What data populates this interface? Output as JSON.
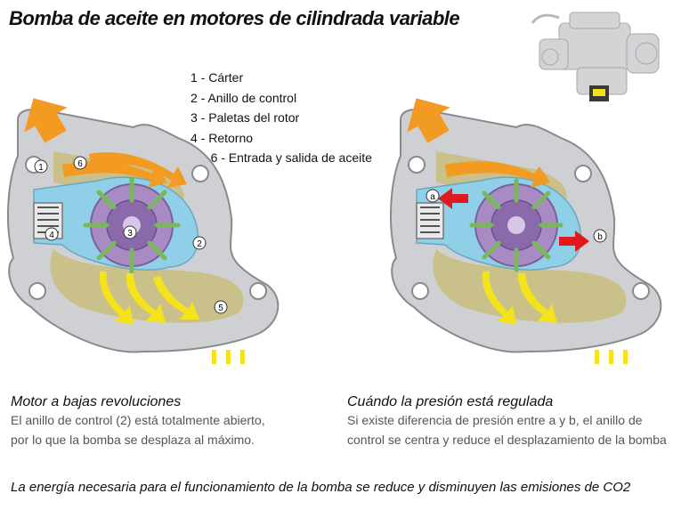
{
  "title": "Bomba de aceite en motores de cilindrada variable",
  "legend": [
    "1 - Cárter",
    "2 - Anillo de control",
    "3 - Paletas del rotor",
    "4 - Retorno",
    "5 y 6 - Entrada y salida de aceite"
  ],
  "left_pump": {
    "markers": [
      "1",
      "2",
      "3",
      "4",
      "5",
      "6"
    ]
  },
  "right_pump": {
    "markers": [
      "a",
      "b"
    ]
  },
  "captions": {
    "left": {
      "heading": "Motor a bajas revoluciones",
      "lines": [
        "El anillo de control (2) está totalmente abierto,",
        "por lo que la bomba se desplaza al máximo."
      ]
    },
    "right": {
      "heading": "Cuándo la presión está regulada",
      "lines": [
        "Si existe diferencia de presión entre a y b, el anillo de",
        "control se centra y reduce el desplazamiento de la bomba"
      ]
    }
  },
  "footer": "La energía necesaria para el funcionamiento de la bomba se reduce y disminuyen las emisiones de CO2",
  "colors": {
    "housing": "#cfd0d3",
    "chamber": "#c9c08a",
    "ring": "#8fd0e8",
    "rotor": "#a98bc4",
    "vane": "#78b85a",
    "flow_out": "#f39a22",
    "flow_in": "#f4e21c",
    "pressure_arrow": "#e0191c"
  }
}
